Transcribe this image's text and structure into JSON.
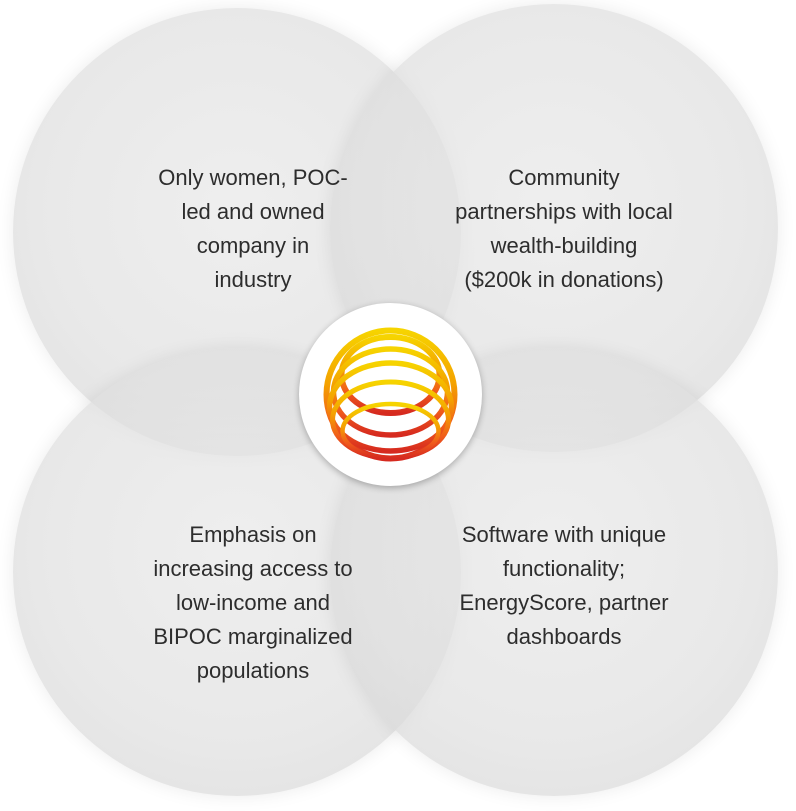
{
  "diagram": {
    "quadrants": [
      {
        "text": "Only women, POC-\nled and owned\ncompany in\nindustry"
      },
      {
        "text": "Community\npartnerships with local\nwealth-building\n($200k in donations)"
      },
      {
        "text": "Emphasis on\nincreasing access to\nlow-income and\nBIPOC marginalized\npopulations"
      },
      {
        "text": "Software with unique\nfunctionality;\nEnergyScore, partner\ndashboards"
      }
    ],
    "logo": {
      "icon": "sun-rings-icon",
      "colors": [
        "#f6d400",
        "#f4a100",
        "#f05b1c",
        "#d62a1f"
      ]
    },
    "colors": {
      "circle_fill": "#e0e0e0",
      "text": "#2d2d2d"
    }
  }
}
